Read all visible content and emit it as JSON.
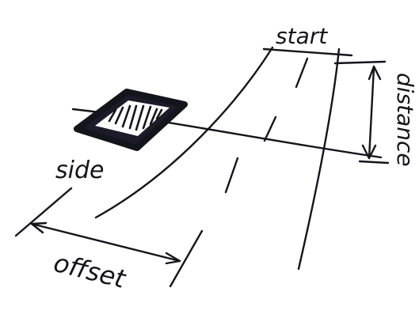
{
  "labels": {
    "start": "start",
    "distance": "distance",
    "side": "side",
    "offset": "offset"
  },
  "colors": {
    "ink": "#14141c",
    "background": "#ffffff"
  },
  "icons": {
    "marker": "hatched-diamond-marker-icon"
  }
}
